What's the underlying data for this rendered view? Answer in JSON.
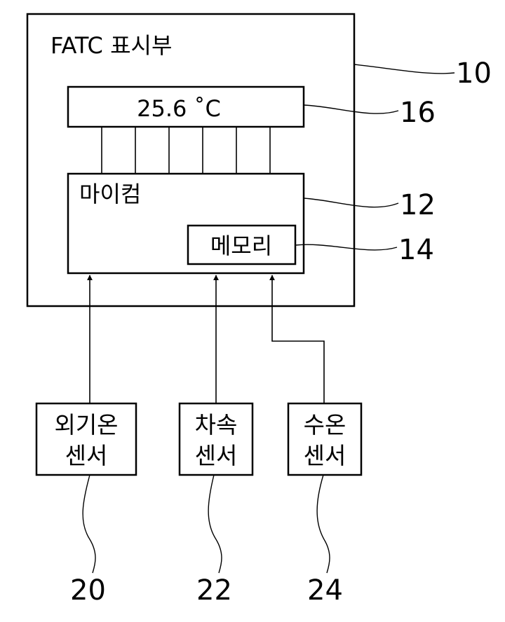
{
  "fatc_display": {
    "title": "FATC 표시부",
    "ref": "10"
  },
  "display_panel": {
    "value": "25.6 ˚C",
    "ref": "16"
  },
  "microcomputer": {
    "label": "마이컴",
    "ref": "12"
  },
  "memory": {
    "label": "메모리",
    "ref": "14"
  },
  "sensors": [
    {
      "line1": "외기온",
      "line2": "센서",
      "ref": "20"
    },
    {
      "line1": "차속",
      "line2": "센서",
      "ref": "22"
    },
    {
      "line1": "수온",
      "line2": "센서",
      "ref": "24"
    }
  ]
}
